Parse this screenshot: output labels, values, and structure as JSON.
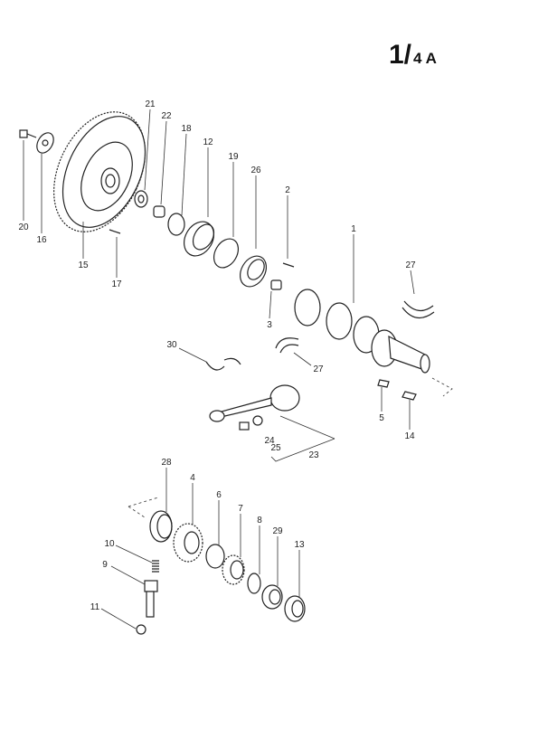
{
  "header": {
    "page_number": "1/",
    "page_suffix": "4 A"
  },
  "part_labels": [
    "21",
    "22",
    "18",
    "12",
    "19",
    "26",
    "2",
    "1",
    "27",
    "20",
    "16",
    "15",
    "17",
    "3",
    "30",
    "27",
    "5",
    "14",
    "24",
    "25",
    "23",
    "28",
    "4",
    "6",
    "7",
    "8",
    "29",
    "13",
    "10",
    "9",
    "11"
  ]
}
